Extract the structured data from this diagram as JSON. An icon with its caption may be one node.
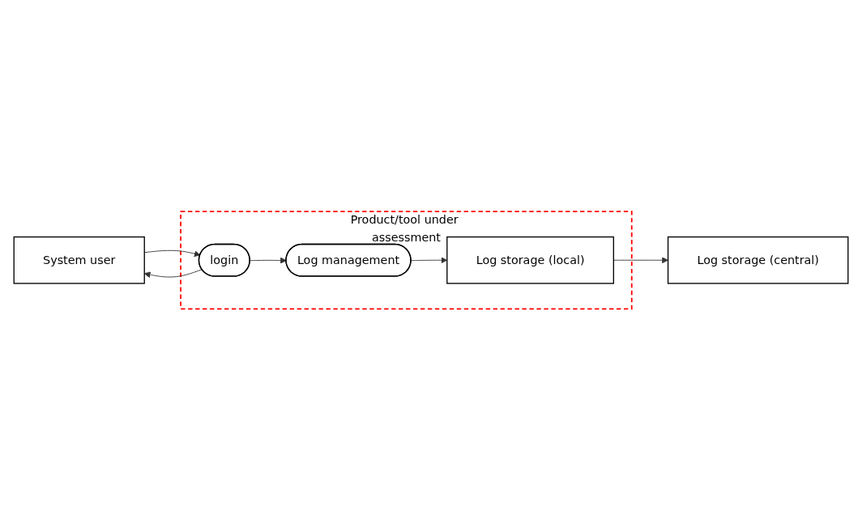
{
  "diagram": {
    "nodes": [
      {
        "text": [
          "System user"
        ]
      },
      {
        "text": [
          "Product/tool under assessment"
        ]
      },
      {
        "text": [
          "login"
        ],
        "in": 1
      },
      {
        "text": [
          "Log management"
        ],
        "in": 1
      },
      {
        "text": [
          "Log storage (local)"
        ],
        "in": 1
      },
      {
        "text": [
          "Log storage (central)"
        ]
      }
    ],
    "edges": [
      {
        "from": 0,
        "to": 2,
        "arrow": "to"
      },
      {
        "from": 2,
        "to": 0,
        "arrow": "to"
      },
      {
        "from": 2,
        "to": 3,
        "arrow": "to"
      },
      {
        "from": 3,
        "to": 4,
        "arrow": "to"
      },
      {
        "from": 4,
        "to": 5,
        "arrow": "to"
      }
    ]
  }
}
